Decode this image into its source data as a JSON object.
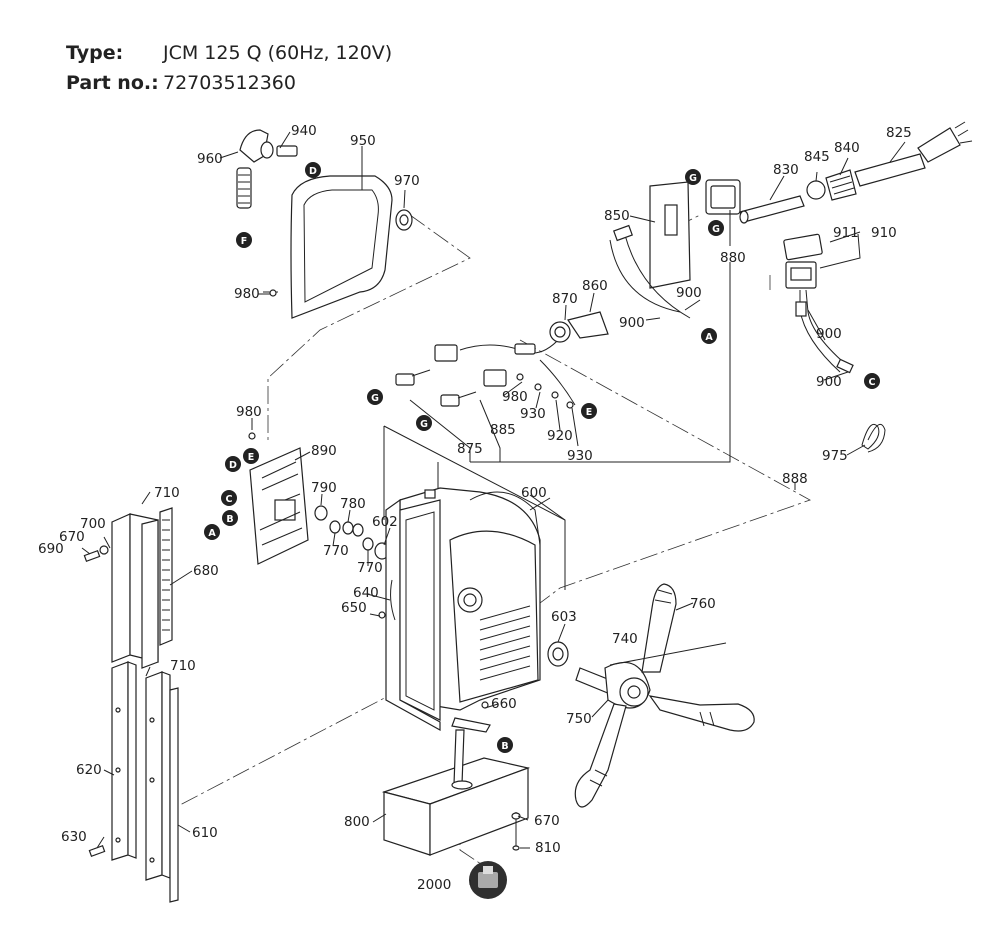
{
  "header": {
    "type_label": "Type:",
    "type_value": "JCM 125 Q (60Hz, 120V)",
    "part_label": "Part no.:",
    "part_value": "72703512360"
  },
  "part_numbers": [
    "940",
    "950",
    "960",
    "970",
    "980",
    "825",
    "830",
    "840",
    "845",
    "850",
    "880",
    "860",
    "870",
    "900",
    "910",
    "911",
    "975",
    "875",
    "885",
    "888",
    "890",
    "920",
    "930",
    "600",
    "602",
    "603",
    "640",
    "650",
    "660",
    "670",
    "680",
    "690",
    "700",
    "710",
    "620",
    "630",
    "610",
    "740",
    "750",
    "760",
    "770",
    "780",
    "790",
    "800",
    "810",
    "2000"
  ],
  "markers": [
    "A",
    "B",
    "C",
    "D",
    "E",
    "F",
    "G"
  ]
}
